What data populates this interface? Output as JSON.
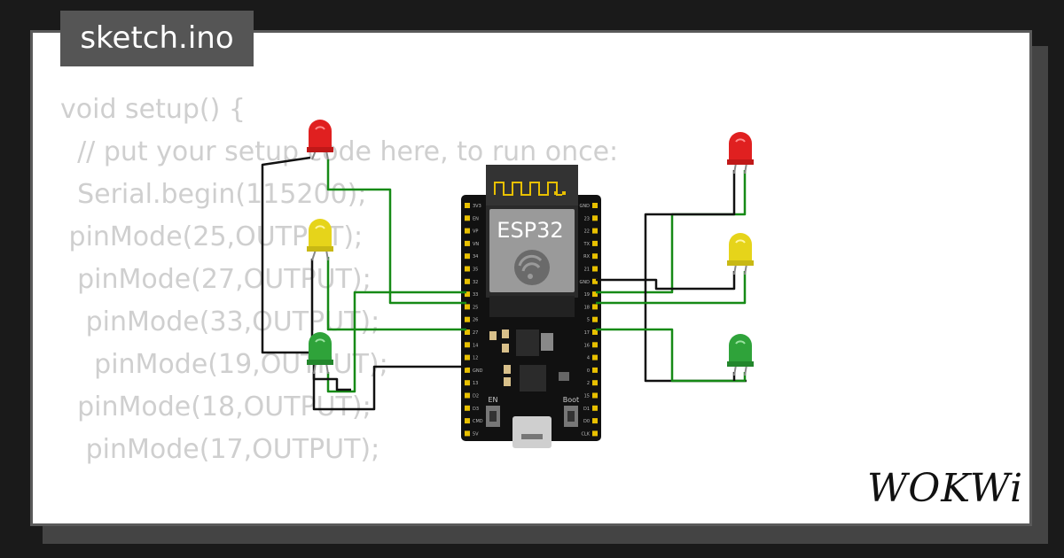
{
  "tab": {
    "filename": "sketch.ino"
  },
  "code_lines": [
    "void setup() {",
    "  // put your setup code here, to run once:",
    "  Serial.begin(115200);",
    " pinMode(25,OUTPUT);",
    "  pinMode(27,OUTPUT);",
    "   pinMode(33,OUTPUT);",
    "    pinMode(19,OUTPUT);",
    "  pinMode(18,OUTPUT);",
    "   pinMode(17,OUTPUT);"
  ],
  "board": {
    "label": "ESP32",
    "btn_en": "EN",
    "btn_boot": "Boot",
    "left_pins": [
      "3V3",
      "EN",
      "VP",
      "VN",
      "34",
      "35",
      "32",
      "33",
      "25",
      "26",
      "27",
      "14",
      "12",
      "GND",
      "13",
      "D2",
      "D3",
      "CMD",
      "5V"
    ],
    "right_pins": [
      "GND",
      "23",
      "22",
      "TX",
      "RX",
      "21",
      "GND",
      "19",
      "18",
      "5",
      "17",
      "16",
      "4",
      "0",
      "2",
      "15",
      "D1",
      "D0",
      "CLK"
    ]
  },
  "leds": [
    {
      "id": "red-left",
      "color": "#e02020"
    },
    {
      "id": "yellow-left",
      "color": "#e6d41a"
    },
    {
      "id": "green-left",
      "color": "#2fa33a"
    },
    {
      "id": "red-right",
      "color": "#e02020"
    },
    {
      "id": "yellow-right",
      "color": "#e6d41a"
    },
    {
      "id": "green-right",
      "color": "#2fa33a"
    }
  ],
  "logo": {
    "text": "WOKWi"
  },
  "colors": {
    "wire_green": "#168a16",
    "wire_black": "#111111",
    "board": "#111111",
    "pin": "#e8c000"
  }
}
